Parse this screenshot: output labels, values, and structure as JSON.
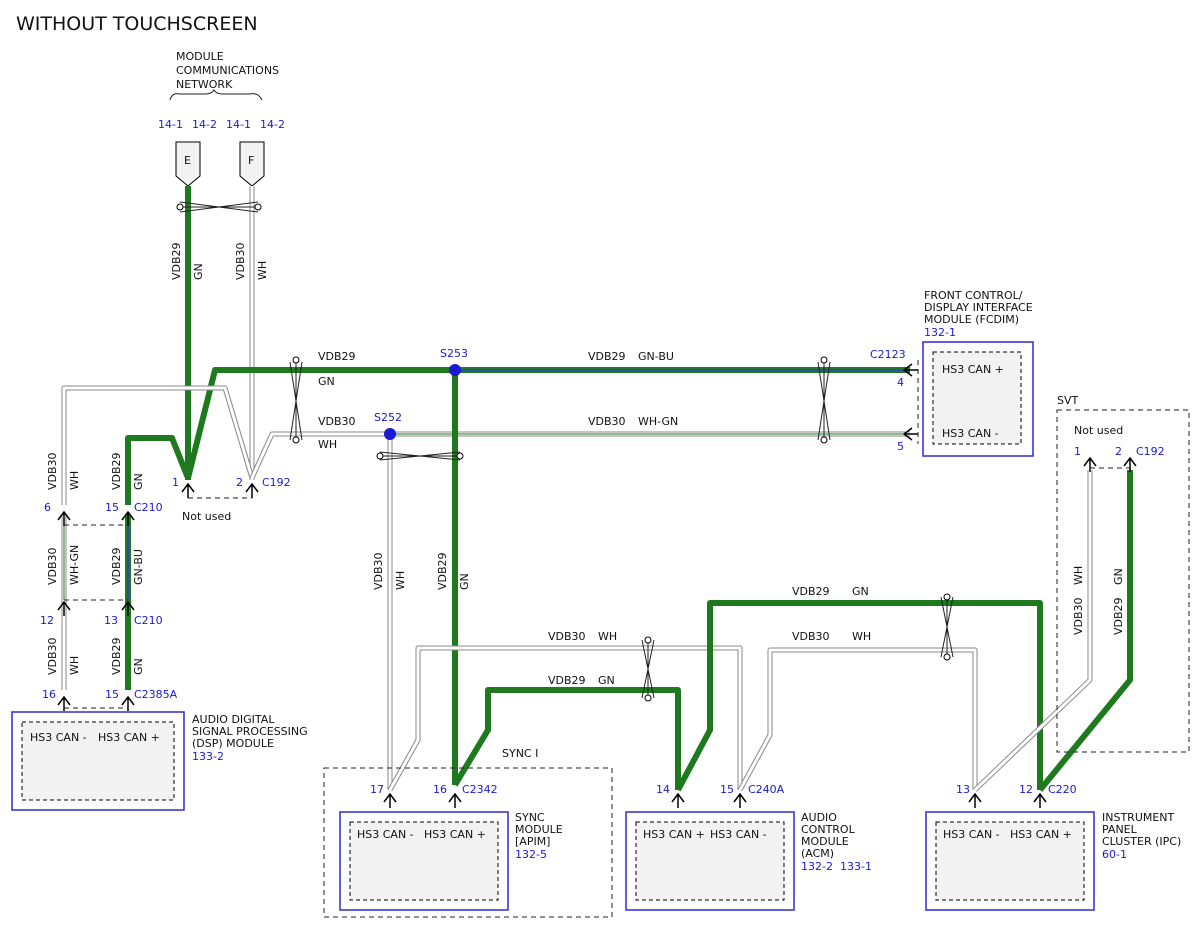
{
  "title": "WITHOUT TOUCHSCREEN",
  "network": {
    "label_line1": "MODULE",
    "label_line2": "COMMUNICATIONS",
    "label_line3": "NETWORK",
    "connector_e": "E",
    "connector_f": "F",
    "ref_e1": "14-1",
    "ref_e2": "14-2",
    "ref_f1": "14-1",
    "ref_f2": "14-2"
  },
  "wires": {
    "vdb29": "VDB29",
    "vdb30": "VDB30",
    "gn": "GN",
    "wh": "WH",
    "gn_bu": "GN-BU",
    "wh_gn": "WH-GN"
  },
  "splices": {
    "s253": "S253",
    "s252": "S252"
  },
  "connectors": {
    "c192": "C192",
    "c210": "C210",
    "c2385a": "C2385A",
    "c2123": "C2123",
    "c2342": "C2342",
    "c240a": "C240A",
    "c220": "C220"
  },
  "pins": {
    "p1": "1",
    "p2": "2",
    "p4": "4",
    "p5": "5",
    "p6": "6",
    "p12": "12",
    "p13": "13",
    "p14": "14",
    "p15": "15",
    "p16": "16",
    "p17": "17"
  },
  "not_used": "Not used",
  "modules": {
    "fcdim": {
      "line1": "FRONT CONTROL/",
      "line2": "DISPLAY INTERFACE",
      "line3": "MODULE (FCDIM)",
      "ref": "132-1",
      "pin_a": "HS3 CAN +",
      "pin_b": "HS3 CAN -"
    },
    "dsp": {
      "line1": "AUDIO DIGITAL",
      "line2": "SIGNAL PROCESSING",
      "line3": "(DSP) MODULE",
      "ref": "133-2",
      "pin_a": "HS3 CAN -",
      "pin_b": "HS3 CAN +"
    },
    "apim": {
      "group": "SYNC I",
      "line1": "SYNC",
      "line2": "MODULE",
      "line3": "[APIM]",
      "ref": "132-5",
      "pin_a": "HS3 CAN -",
      "pin_b": "HS3 CAN +"
    },
    "acm": {
      "line1": "AUDIO",
      "line2": "CONTROL",
      "line3": "MODULE",
      "line4": "(ACM)",
      "ref1": "132-2",
      "ref2": "133-1",
      "pin_a": "HS3 CAN +",
      "pin_b": "HS3 CAN -"
    },
    "ipc": {
      "line1": "INSTRUMENT",
      "line2": "PANEL",
      "line3": "CLUSTER (IPC)",
      "ref": "60-1",
      "pin_a": "HS3 CAN -",
      "pin_b": "HS3 CAN +"
    },
    "svt": {
      "label": "SVT",
      "not_used": "Not used",
      "connector": "C192"
    }
  },
  "colors": {
    "gn": "#1f7a1f",
    "wh": "#888888",
    "ref_blue": "#1a1ad4",
    "module_border": "#2b2bd4"
  }
}
